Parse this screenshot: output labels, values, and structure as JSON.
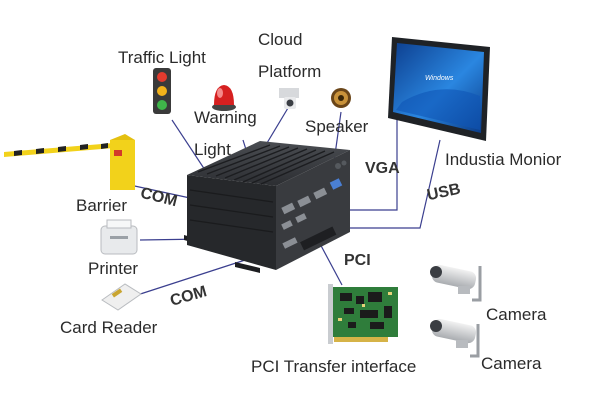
{
  "labels": {
    "traffic_light": "Traffic Light",
    "cloud_platform_line1": "Cloud",
    "cloud_platform_line2": "Platform",
    "warning_line1": "Warning",
    "warning_line2": "Light",
    "speaker": "Speaker",
    "industrial_monitor": "Industia Monior",
    "vga": "VGA",
    "usb": "USB",
    "barrier": "Barrier",
    "com_top": "COM",
    "printer": "Printer",
    "com_bottom": "COM",
    "card_reader": "Card Reader",
    "pci": "PCI",
    "pci_transfer_interface": "PCI Transfer interface",
    "camera_top": "Camera",
    "camera_bottom": "Camera",
    "monitor_screen_text": "Windows"
  },
  "icons": [
    "traffic-light-icon",
    "warning-light-icon",
    "cloud-camera-icon",
    "speaker-icon",
    "monitor-icon",
    "barrier-gate-icon",
    "printer-icon",
    "card-reader-icon",
    "pci-card-icon",
    "security-camera-icon",
    "embedded-pc-icon"
  ],
  "colors": {
    "connector_line": "#3b3f8f",
    "pc_body": "#2f3135",
    "monitor_screen": "#1f6fd0",
    "barrier_yellow": "#f2d21b",
    "pci_board": "#2f7d3b",
    "warning_red": "#d62020"
  }
}
